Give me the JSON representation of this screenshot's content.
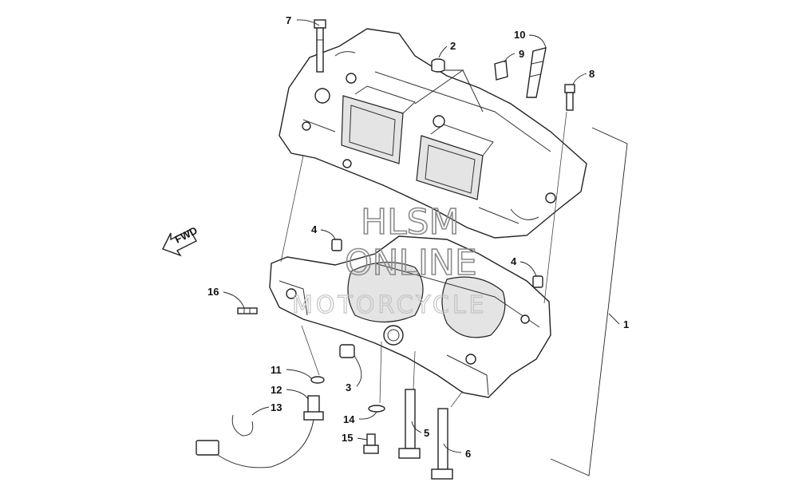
{
  "callouts": [
    {
      "id": "c1",
      "text": "1"
    },
    {
      "id": "c2",
      "text": "2"
    },
    {
      "id": "c3",
      "text": "3"
    },
    {
      "id": "c4a",
      "text": "4"
    },
    {
      "id": "c4b",
      "text": "4"
    },
    {
      "id": "c5",
      "text": "5"
    },
    {
      "id": "c6",
      "text": "6"
    },
    {
      "id": "c7",
      "text": "7"
    },
    {
      "id": "c8",
      "text": "8"
    },
    {
      "id": "c9",
      "text": "9"
    },
    {
      "id": "c10",
      "text": "10"
    },
    {
      "id": "c11",
      "text": "11"
    },
    {
      "id": "c12",
      "text": "12"
    },
    {
      "id": "c13",
      "text": "13"
    },
    {
      "id": "c14",
      "text": "14"
    },
    {
      "id": "c15",
      "text": "15"
    },
    {
      "id": "c16",
      "text": "16"
    }
  ],
  "fwd_arrow": {
    "label": "FWD"
  },
  "watermark": {
    "line1": "HLSM",
    "line2": "ONLINE",
    "line3": "MOTORCYCLE"
  }
}
